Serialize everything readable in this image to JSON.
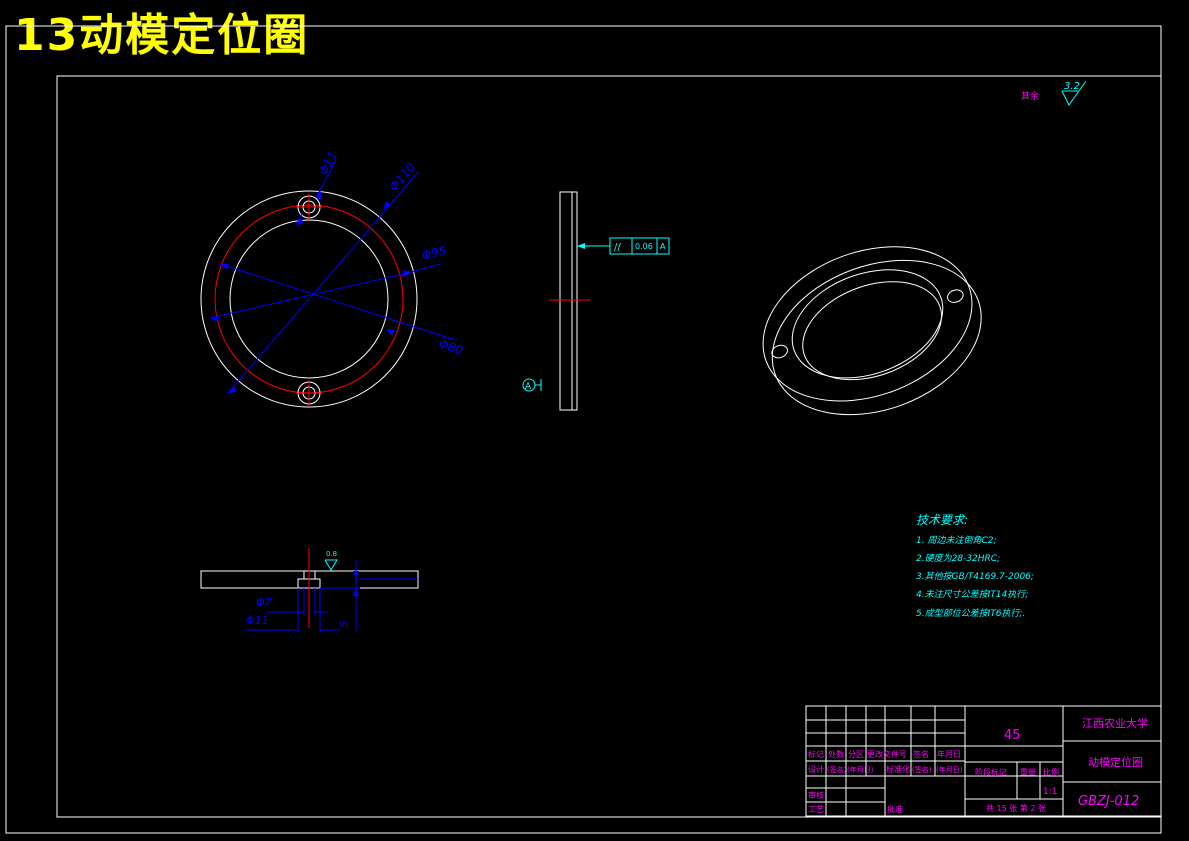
{
  "banner": {
    "title": "13动模定位圈"
  },
  "colors": {
    "background": "#000000",
    "outline": "#ffffff",
    "dimension": "#0000ff",
    "center_line": "#ff0000",
    "annotation": "#00ffff",
    "title_block_text": "#ff00ff",
    "banner": "#ffff00"
  },
  "roughness": {
    "label": "其余",
    "value": "3.2"
  },
  "front_view": {
    "dims": {
      "d11": "Φ11",
      "d110": "Φ110",
      "d95": "Φ95",
      "d80": "Φ80"
    }
  },
  "side_view": {
    "tolerance": {
      "symbol": "//",
      "value": "0.06",
      "datum": "A"
    },
    "datum_label": "A"
  },
  "section_view": {
    "roughness_value": "0.8",
    "dims": {
      "d7": "Φ7",
      "d11": "Φ11",
      "depth": "5"
    }
  },
  "tech_requirements": {
    "title": "技术要求:",
    "items": [
      "1. 周边未注倒角C2;",
      "2.硬度为28-32HRC;",
      "3.其他按GB/T4169.7-2006;",
      "4.未注尺寸公差按IT14执行;",
      "5.成型部位公差按IT6执行;."
    ]
  },
  "title_block": {
    "material": "45",
    "school": "江西农业大学",
    "part_name": "动模定位圈",
    "drawing_no": "GBZJ-012",
    "scale": "1:1",
    "sheet": "共 15 张 第 2 张",
    "header_labels": [
      "标记",
      "处数",
      "分区",
      "更改文件号",
      "签名",
      "年月日"
    ],
    "row2_labels": [
      "设计",
      "(签名)",
      "(年月日)",
      "标准化",
      "(签名)",
      "(年月日)"
    ],
    "stage_label": "阶段标记",
    "weight_label": "重量",
    "scale_label": "比例",
    "audit_label": "审核",
    "process_label": "工艺",
    "approve_label": "批准"
  }
}
